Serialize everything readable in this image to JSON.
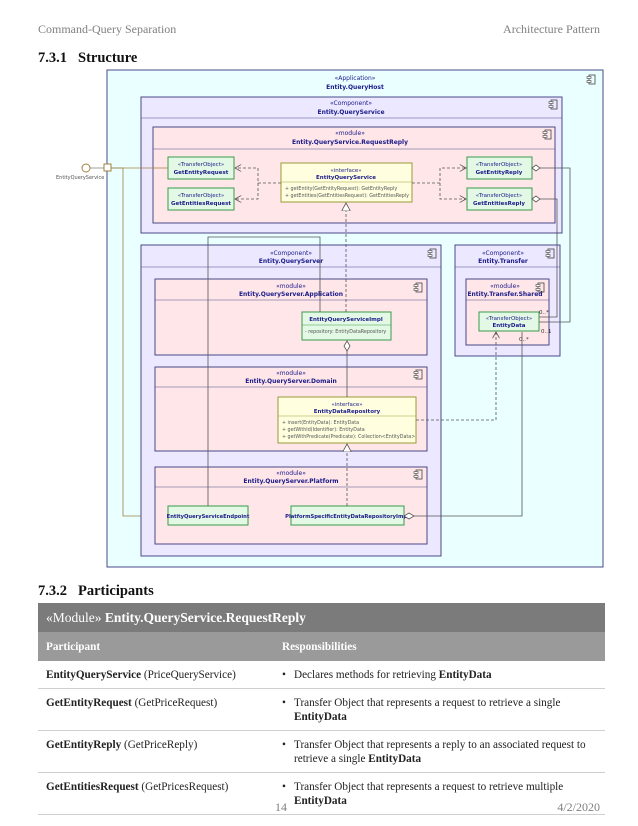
{
  "header": {
    "left": "Command-Query Separation",
    "right": "Architecture Pattern"
  },
  "section_structure": {
    "number": "7.3.1",
    "title": "Structure"
  },
  "section_participants": {
    "number": "7.3.2",
    "title": "Participants"
  },
  "diagram": {
    "app": {
      "stereo": "«Application»",
      "name": "Entity.QueryHost"
    },
    "query_service": {
      "stereo": "«Component»",
      "name": "Entity.QueryService"
    },
    "request_reply": {
      "stereo": "«module»",
      "name": "Entity.QueryService.RequestReply"
    },
    "get_entity_request": {
      "stereo": "«TransferObject»",
      "name": "GetEntityRequest"
    },
    "get_entities_request": {
      "stereo": "«TransferObject»",
      "name": "GetEntitiesRequest"
    },
    "get_entity_reply": {
      "stereo": "«TransferObject»",
      "name": "GetEntityReply"
    },
    "get_entities_reply": {
      "stereo": "«TransferObject»",
      "name": "GetEntitiesReply"
    },
    "iqs": {
      "stereo": "«interface»",
      "name": "EntityQueryService",
      "ops": [
        "+ getEntity(GetEntityRequest): GetEntityReply",
        "+ getEntities(GetEntitiesRequest): GetEntitiesReply"
      ]
    },
    "port_label": "EntityQueryService",
    "query_server": {
      "stereo": "«Component»",
      "name": "Entity.QueryServer"
    },
    "transfer": {
      "stereo": "«Component»",
      "name": "Entity.Transfer"
    },
    "application": {
      "stereo": "«module»",
      "name": "Entity.QueryServer.Application"
    },
    "impl": {
      "name": "EntityQueryServiceImpl",
      "attr": "- repository: EntityDataRepository"
    },
    "transfer_shared": {
      "stereo": "«module»",
      "name": "Entity.Transfer.Shared"
    },
    "entity_data": {
      "stereo": "«TransferObject»",
      "name": "EntityData"
    },
    "mult_a": "0..*",
    "mult_b": "0..1",
    "mult_c": "0..*",
    "domain": {
      "stereo": "«module»",
      "name": "Entity.QueryServer.Domain"
    },
    "repo": {
      "stereo": "«interface»",
      "name": "EntityDataRepository",
      "ops": [
        "+ insert(EntityData): EntityData",
        "+ getWithId(Identifier): EntityData",
        "+ getWithPredicate(Predicate): Collection<EntityData>"
      ]
    },
    "platform": {
      "stereo": "«module»",
      "name": "Entity.QueryServer.Platform"
    },
    "endpoint": {
      "name": "EntityQueryServiceEndpoint"
    },
    "platform_repo": {
      "name": "PlatformSpecificEntityDataRepositoryImpl"
    }
  },
  "table": {
    "caption_prefix": "«Module»",
    "caption_name": "Entity.QueryService.RequestReply",
    "col_participant": "Participant",
    "col_responsibilities": "Responsibilities",
    "rows": [
      {
        "name": "EntityQueryService",
        "alias": "(PriceQueryService)",
        "resp": "Declares methods for retrieving",
        "bold": "EntityData"
      },
      {
        "name": "GetEntityRequest",
        "alias": "(GetPriceRequest)",
        "resp": "Transfer Object that represents a request to retrieve a single",
        "bold": "EntityData"
      },
      {
        "name": "GetEntityReply",
        "alias": "(GetPriceReply)",
        "resp": "Transfer Object that represents a reply to an associated request to retrieve a single",
        "bold": "EntityData"
      },
      {
        "name": "GetEntitiesRequest",
        "alias": "(GetPricesRequest)",
        "resp": "Transfer Object that represents a request to retrieve multiple",
        "bold": "EntityData"
      }
    ]
  },
  "footer": {
    "page": "14",
    "date": "4/2/2020"
  }
}
